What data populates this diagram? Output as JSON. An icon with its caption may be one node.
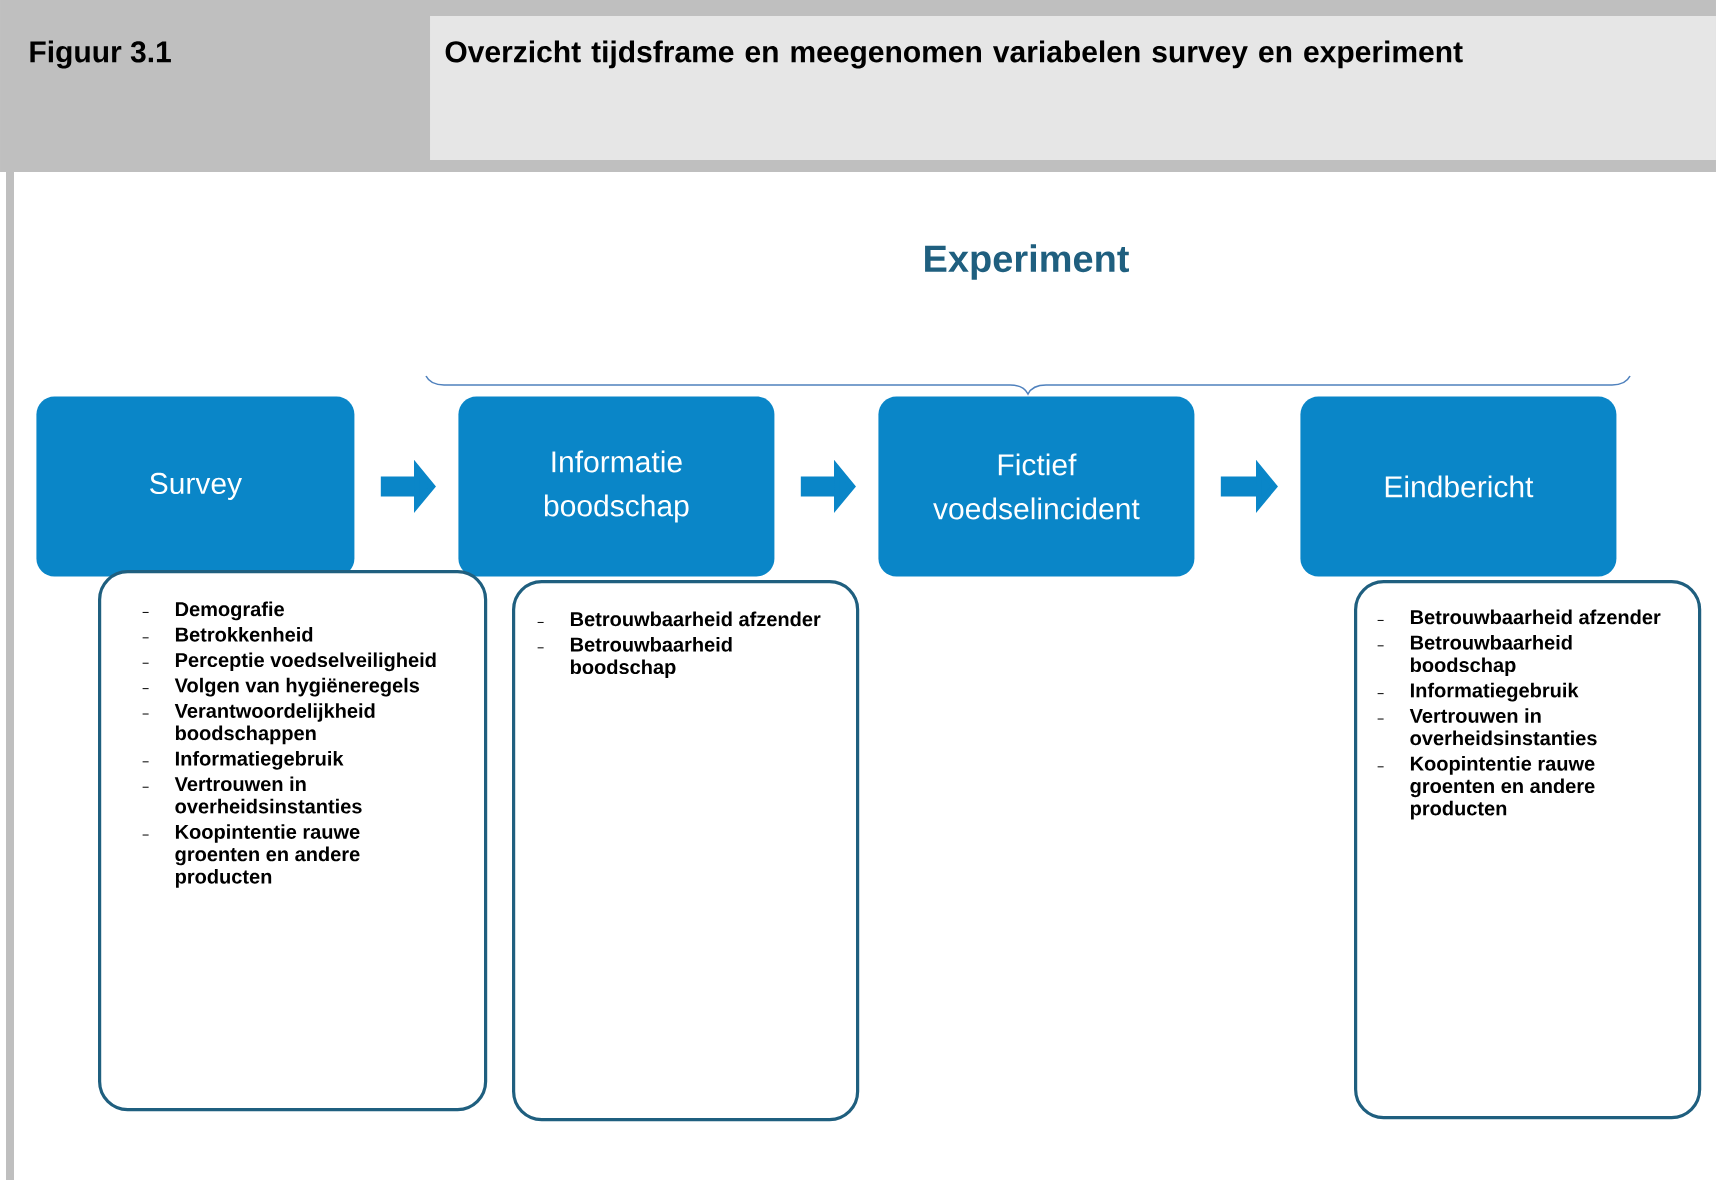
{
  "diagram": {
    "title": "Overzicht tijdsframe en meegenomen variabelen survey en experiment",
    "nodes": [
      {
        "text": [
          "Survey"
        ]
      },
      {
        "text": [
          "Informatie boodschap"
        ]
      },
      {
        "text": [
          "Fictief voedselincident"
        ]
      },
      {
        "text": [
          "Eindbericht"
        ]
      },
      {
        "text": [
          "Demografie",
          "Betrokkenheid",
          "Perceptie voedselveiligheid",
          "Volgen van hygiëneregels",
          "Verantwoordelijkheid boodschappen",
          "Informatiegebruik",
          "Vertrouwen in overheidsinstanties",
          "Koopintentie rauwe groenten en andere producten"
        ]
      },
      {
        "text": [
          "Betrouwbaarheid afzender",
          "Betrouwbaarheid boodschap"
        ]
      },
      {
        "text": [
          "Betrouwbaarheid afzender",
          "Betrouwbaarheid boodschap",
          "Informatiegebruik",
          "Vertrouwen in overheidsinstanties",
          "Koopintentie rauwe groenten en andere producten"
        ]
      }
    ],
    "edges": [
      {
        "from": 0,
        "to": 1,
        "arrow": "to"
      },
      {
        "from": 1,
        "to": 2,
        "arrow": "to"
      },
      {
        "from": 2,
        "to": 3,
        "arrow": "to"
      }
    ],
    "labels": [
      "Figuur 3.1",
      "Experiment"
    ]
  }
}
